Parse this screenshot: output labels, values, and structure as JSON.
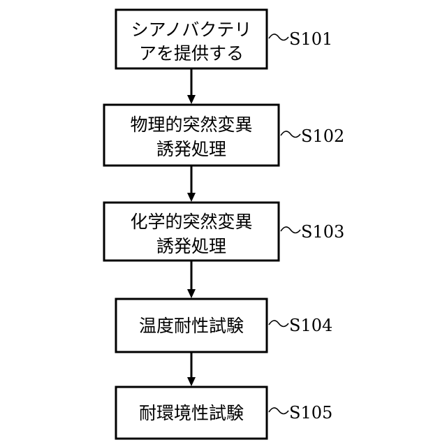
{
  "steps": [
    {
      "id": "S101",
      "lines": [
        "シアノバクテリ",
        "アを提供する"
      ]
    },
    {
      "id": "S102",
      "lines": [
        "物理的突然変異",
        "誘発処理"
      ]
    },
    {
      "id": "S103",
      "lines": [
        "化学的突然変異",
        "誘発処理"
      ]
    },
    {
      "id": "S104",
      "lines": [
        "温度耐性試験"
      ]
    },
    {
      "id": "S105",
      "lines": [
        "耐環境性試験"
      ]
    }
  ]
}
